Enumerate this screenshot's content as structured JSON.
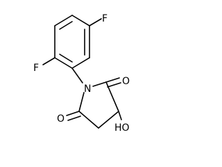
{
  "molecule": {
    "atoms": {
      "fluorine_top": "F",
      "fluorine_left": "F",
      "nitrogen": "N",
      "oxygen_right": "O",
      "oxygen_bottom": "O",
      "hydroxyl": "HO"
    }
  }
}
